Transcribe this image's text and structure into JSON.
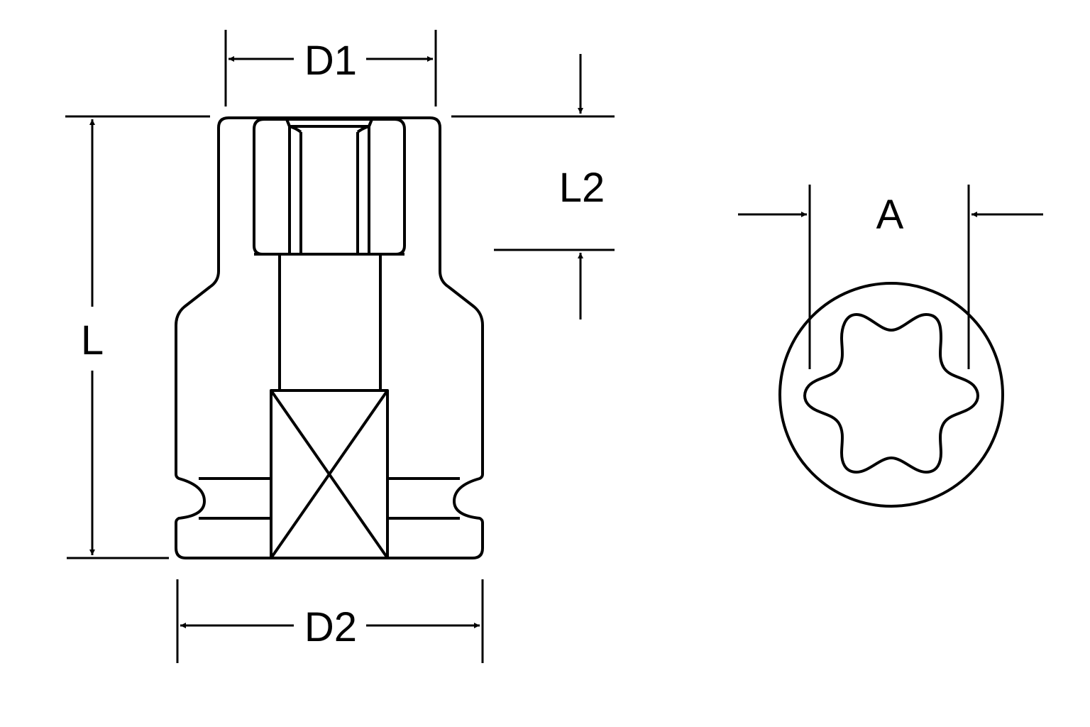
{
  "diagram": {
    "labels": {
      "d1": "D1",
      "d2": "D2",
      "l": "L",
      "l2": "L2",
      "a": "A"
    },
    "colors": {
      "line": "#000000",
      "background": "#ffffff"
    }
  }
}
